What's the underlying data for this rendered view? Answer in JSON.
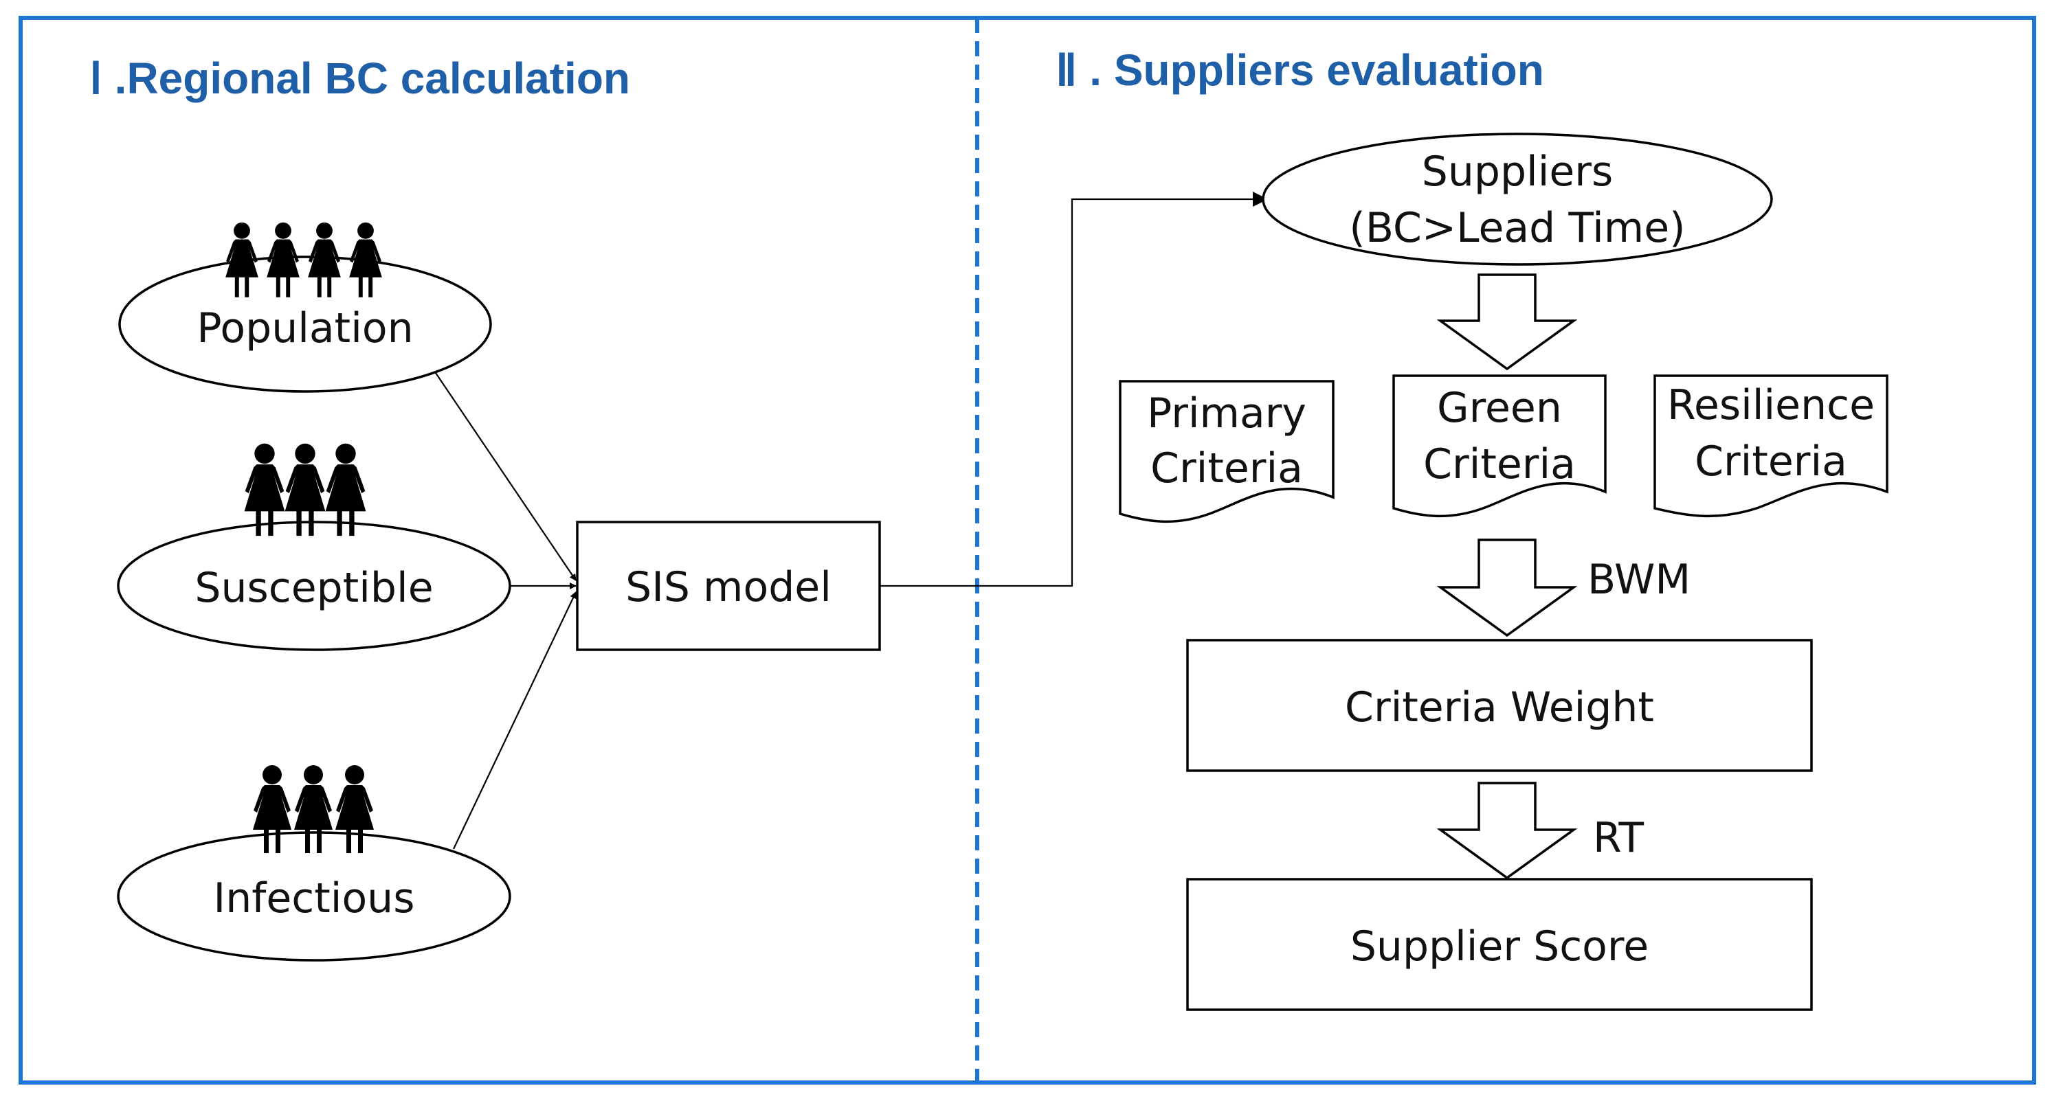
{
  "colors": {
    "frame": "#1f75d3",
    "title": "#1f5fa8",
    "text": "#111111"
  },
  "section1": {
    "title": "Ⅰ .Regional BC calculation"
  },
  "section2": {
    "title": "Ⅱ . Suppliers evaluation"
  },
  "inputs": [
    {
      "id": "population",
      "label": "Population",
      "icon": "people-group-icon"
    },
    {
      "id": "susceptible",
      "label": "Susceptible",
      "icon": "people-group-icon"
    },
    {
      "id": "infectious",
      "label": "Infectious",
      "icon": "people-group-icon"
    }
  ],
  "sis_model": {
    "label": "SIS model"
  },
  "suppliers": {
    "line1": "Suppliers",
    "line2": "(BC>Lead Time)"
  },
  "criteria": [
    {
      "line1": "Primary",
      "line2": "Criteria"
    },
    {
      "line1": "Green",
      "line2": "Criteria"
    },
    {
      "line1": "Resilience",
      "line2": "Criteria"
    }
  ],
  "methods": {
    "weighting": "BWM",
    "ranking": "RT"
  },
  "criteria_weight": {
    "label": "Criteria Weight"
  },
  "supplier_score": {
    "label": "Supplier Score"
  }
}
